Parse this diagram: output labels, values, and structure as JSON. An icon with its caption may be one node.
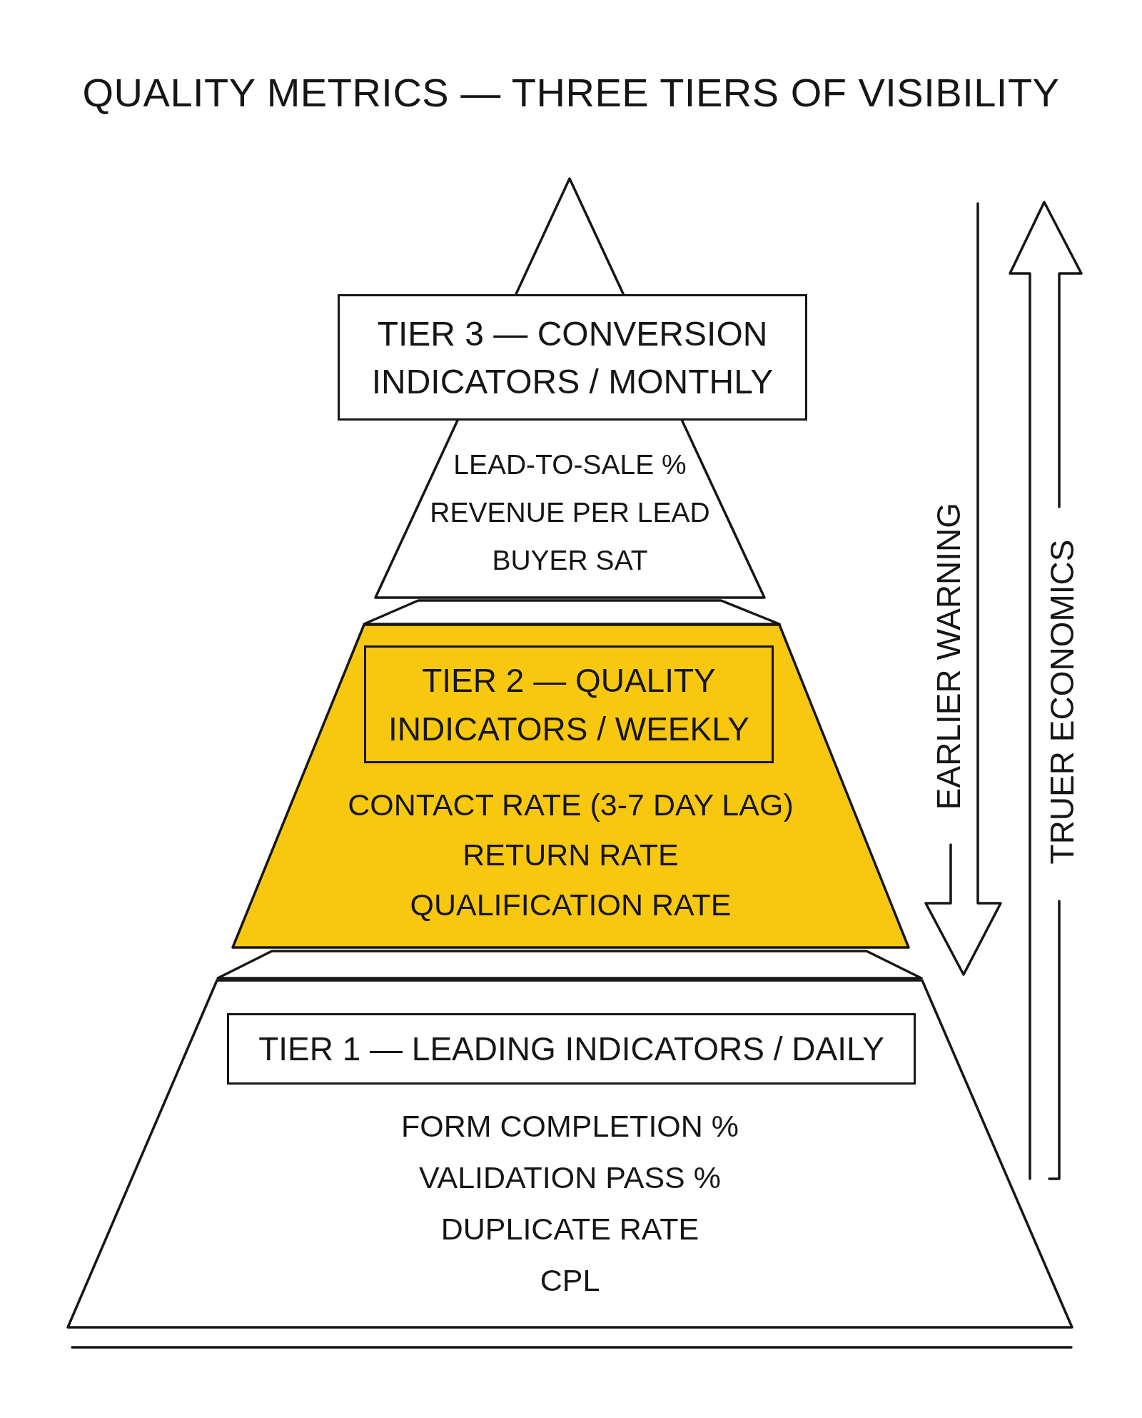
{
  "diagram": {
    "title": "QUALITY METRICS — THREE TIERS OF VISIBILITY",
    "nodes": [
      {
        "text": [
          "LEAD-TO-SALE %",
          "REVENUE PER LEAD",
          "BUYER SAT"
        ]
      },
      {
        "text": [
          "TIER 3 — CONVERSION INDICATORS / MONTHLY"
        ]
      },
      {
        "text": [],
        "shape": "trapezoid"
      },
      {
        "text": [
          "CONTACT RATE (3-7 DAY LAG)",
          "RETURN RATE",
          "QUALIFICATION RATE"
        ]
      },
      {
        "text": [
          "TIER 2 — QUALITY INDICATORS / WEEKLY"
        ],
        "in": 3
      },
      {
        "text": [],
        "shape": "trapezoid"
      },
      {
        "text": [
          "FORM COMPLETION %",
          "VALIDATION PASS %",
          "DUPLICATE RATE",
          "CPL"
        ]
      },
      {
        "text": [
          "TIER 1 — LEADING INDICATORS / DAILY"
        ],
        "in": 6
      }
    ],
    "labels": [
      "EARLIER WARNING",
      "TRUER ECONOMICS"
    ]
  }
}
